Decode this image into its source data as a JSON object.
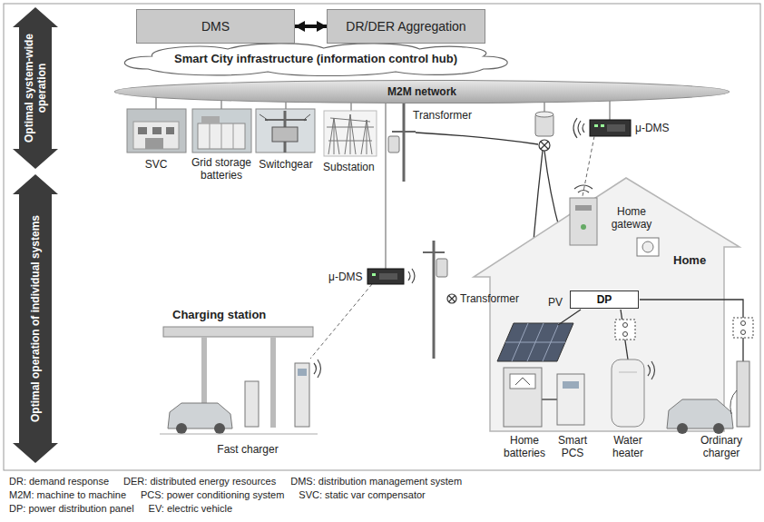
{
  "diagram": {
    "nodes": [
      {
        "text": [
          "Optimal system-wide operation"
        ]
      },
      {
        "text": [
          "Optimal operation of individual systems"
        ]
      },
      {
        "text": [
          "DMS"
        ]
      },
      {
        "text": [
          "DR/DER Aggregation"
        ]
      },
      {
        "text": [
          "Smart City infrastructure (information control hub)"
        ]
      },
      {
        "text": [
          "M2M network"
        ]
      },
      {
        "text": [
          "DP"
        ]
      }
    ],
    "edges": [
      {
        "from": 2,
        "to": 3,
        "arrow": "both"
      }
    ],
    "labels": [
      "SVC",
      "Grid storage batteries",
      "Switchgear",
      "Substation",
      "Transformer",
      "μ-DMS",
      "μ-DMS",
      "Transformer",
      "Charging station",
      "Fast charger",
      "Home",
      "Home gateway",
      "PV",
      "Home batteries",
      "Smart PCS",
      "Water heater",
      "Ordinary charger",
      "DR: demand response",
      "DER: distributed energy resources",
      "DMS: distribution management system",
      "M2M: machine to machine",
      "PCS: power conditioning system",
      "SVC: static var compensator",
      "DP: power distribution panel",
      "EV: electric vehicle"
    ]
  }
}
